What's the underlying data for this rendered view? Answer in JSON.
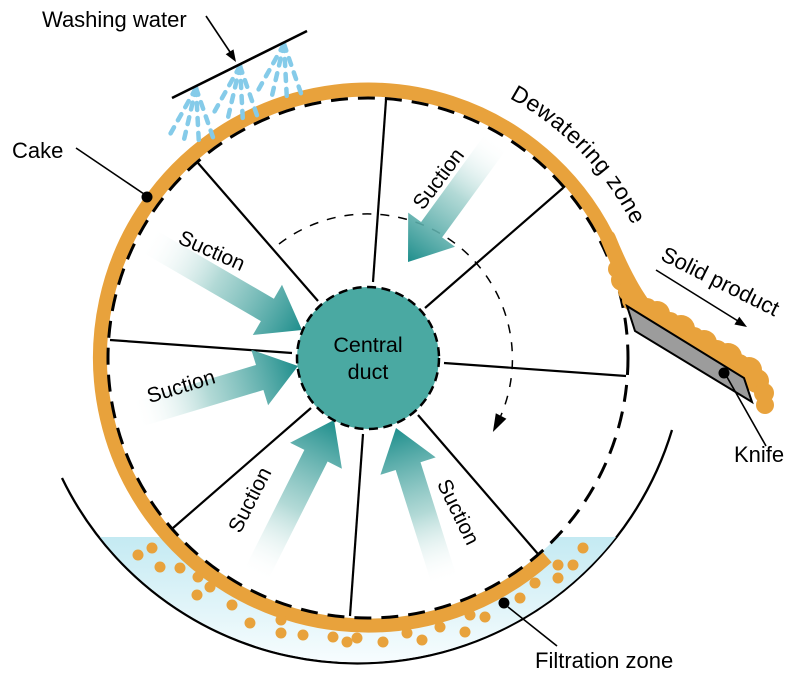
{
  "labels": {
    "washing_water": "Washing water",
    "cake": "Cake",
    "dewatering_zone": "Dewatering zone",
    "suction": "Suction",
    "solid_product": "Solid product",
    "knife": "Knife",
    "filtration_zone": "Filtration zone"
  },
  "central_duct": {
    "line1": "Central",
    "line2": "duct"
  },
  "colors": {
    "cake_orange": "#E8A23C",
    "duct_teal": "#4AA9A2",
    "suction_teal": "#1E8E8C",
    "spray_blue": "#85CBE9",
    "liquid_blue": "#B9E6F0",
    "knife_gray": "#9C9C9C",
    "line_black": "#000000"
  }
}
